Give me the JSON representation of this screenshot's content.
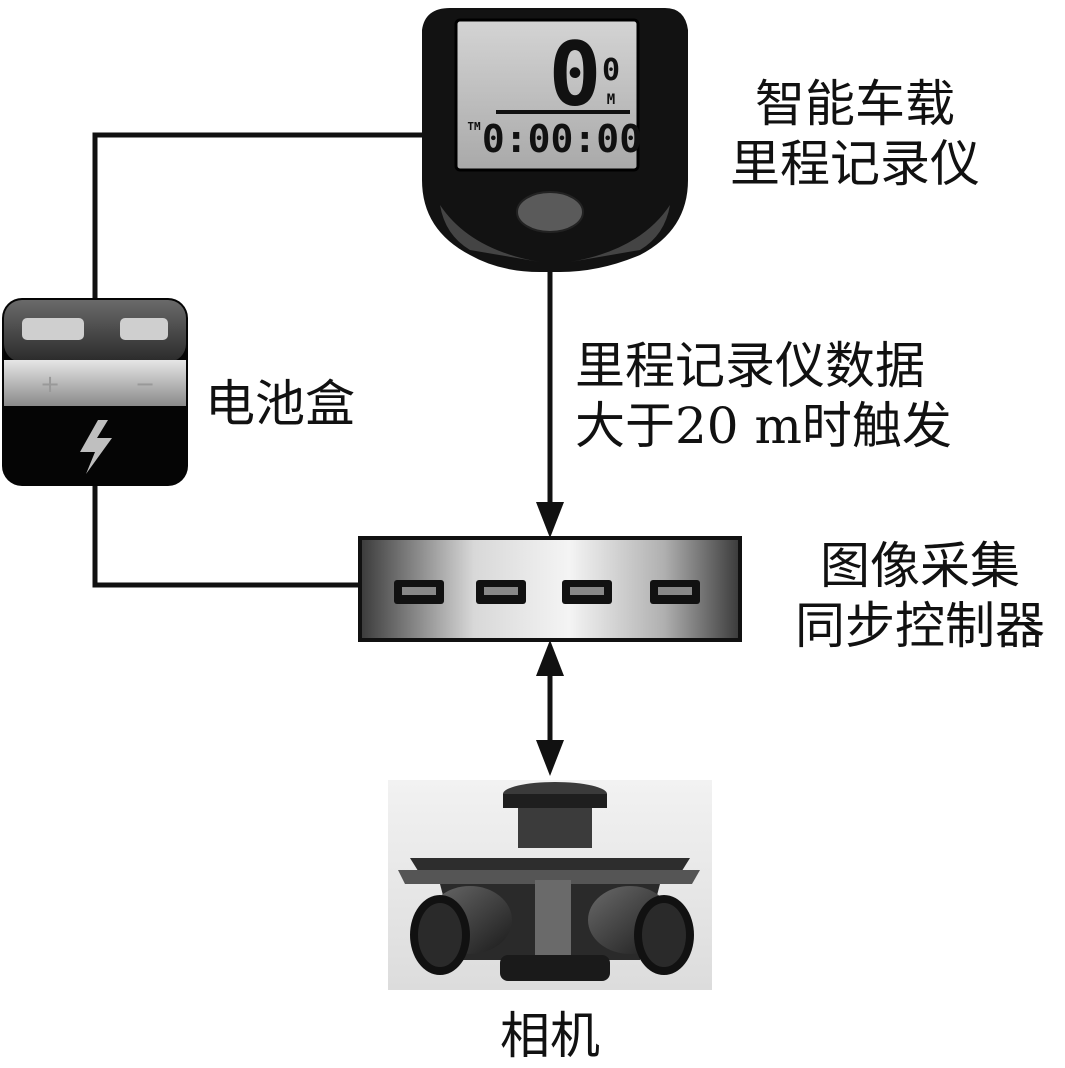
{
  "odometer": {
    "label_line1": "智能车载",
    "label_line2": "里程记录仪",
    "display_big": "0",
    "display_small": "0",
    "display_unit": "M",
    "display_tm": "TM",
    "display_time": "0:00:00"
  },
  "battery": {
    "label": "电池盒",
    "plus": "+",
    "minus": "−"
  },
  "trigger": {
    "line1": "里程记录仪数据",
    "line2": "大于20 m时触发"
  },
  "controller": {
    "label_line1": "图像采集",
    "label_line2": "同步控制器",
    "ports": [
      "usb-port",
      "usb-port",
      "usb-port",
      "usb-port"
    ]
  },
  "camera": {
    "label": "相机"
  }
}
